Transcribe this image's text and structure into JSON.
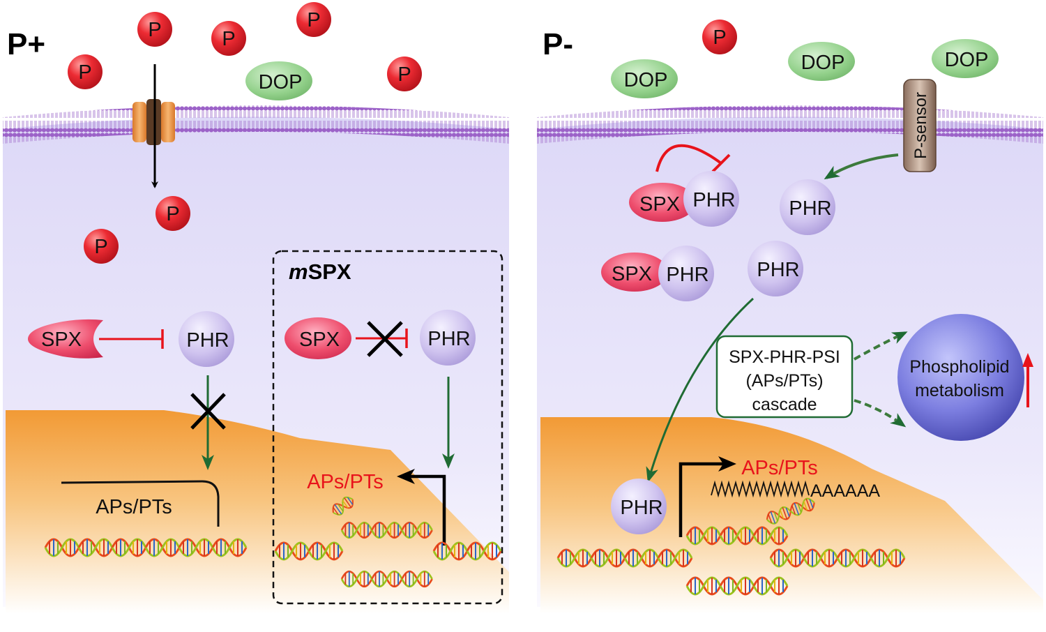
{
  "panels": {
    "left": {
      "label": "P+"
    },
    "right": {
      "label": "P-"
    }
  },
  "molecules": {
    "phosphate": "P",
    "dop": "DOP",
    "spx": "SPX",
    "phr": "PHR"
  },
  "left": {
    "mutant_box_label_italic": "m",
    "mutant_box_label_rest": "SPX",
    "gene_label_repressed": "APs/PTs",
    "gene_label_active": "APs/PTs"
  },
  "right": {
    "sensor_label": "P-sensor",
    "cascade_lines": [
      "SPX-PHR-PSI",
      "(APs/PTs)",
      "cascade"
    ],
    "metabolism_lines": [
      "Phospholipid",
      "metabolism"
    ],
    "gene_label": "APs/PTs",
    "polyA_tail": "AAAAAA"
  },
  "colors": {
    "phosphate": "#e5262e",
    "dop": "#8fcf8a",
    "spx": "#ea4a6a",
    "phr": "#c4b8e8",
    "inhibition": "#e8131b",
    "activation": "#1f6b33",
    "label_red": "#e8131b",
    "cytoplasm": "#dcd6f5",
    "nucleus": "#f4a445",
    "metabolism_sphere": "#6f6fd8"
  }
}
